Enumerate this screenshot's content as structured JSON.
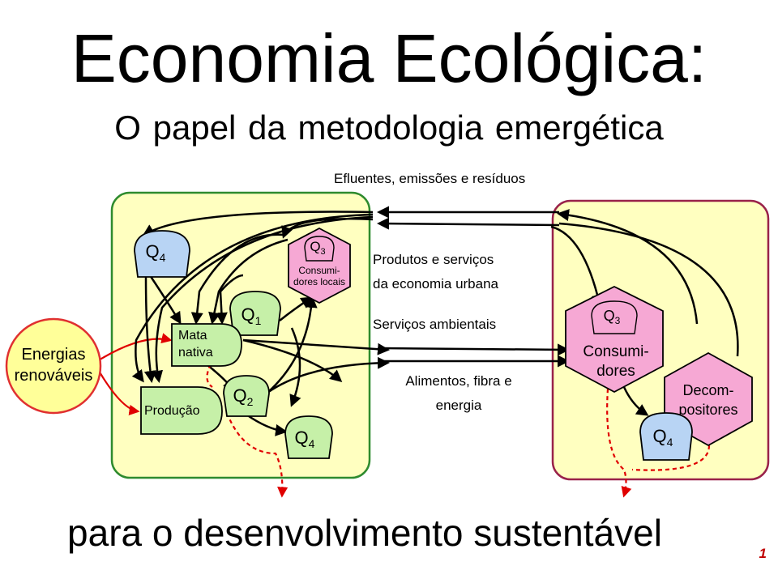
{
  "title": "Economia Ecológica:",
  "subtitle": "O papel da metodologia  emergética",
  "bottom_title": "para o desenvolvimento sustentável",
  "page_number": "1",
  "flows": {
    "effluents": "Efluentes, emissões e resíduos",
    "products_line1": "Produtos e serviços",
    "products_line2": "da economia urbana",
    "environmental_services": "Serviços ambientais",
    "food_line1": "Alimentos, fibra e",
    "food_line2": "energia"
  },
  "source": {
    "line1": "Energias",
    "line2": "renováveis"
  },
  "rural": {
    "q4_top": "Q",
    "q4_top_sub": "4",
    "consumers": {
      "q": "Q",
      "sub": "3",
      "line1": "Consumi-",
      "line2": "dores locais"
    },
    "native_forest": {
      "line1": "Mata",
      "line2": "nativa"
    },
    "production": "Produção",
    "q1": "Q",
    "q1_sub": "1",
    "q2": "Q",
    "q2_sub": "2",
    "q4_bottom": "Q",
    "q4_bottom_sub": "4"
  },
  "urban": {
    "consumers": {
      "q": "Q",
      "sub": "3",
      "line1": "Consumi-",
      "line2": "dores"
    },
    "decomposers": {
      "line1": "Decom-",
      "line2": "positores"
    },
    "q4": "Q",
    "q4_sub": "4"
  },
  "colors": {
    "system_fill": "#ffffc0",
    "rural_border": "#2e8b2e",
    "urban_border": "#99224a",
    "source_fill": "#ffff99",
    "source_border": "#e03030",
    "green_tank": "#c6f0a8",
    "blue_tank": "#b8d4f4",
    "pink": "#f6a8d4",
    "red_flow": "#e00000"
  }
}
